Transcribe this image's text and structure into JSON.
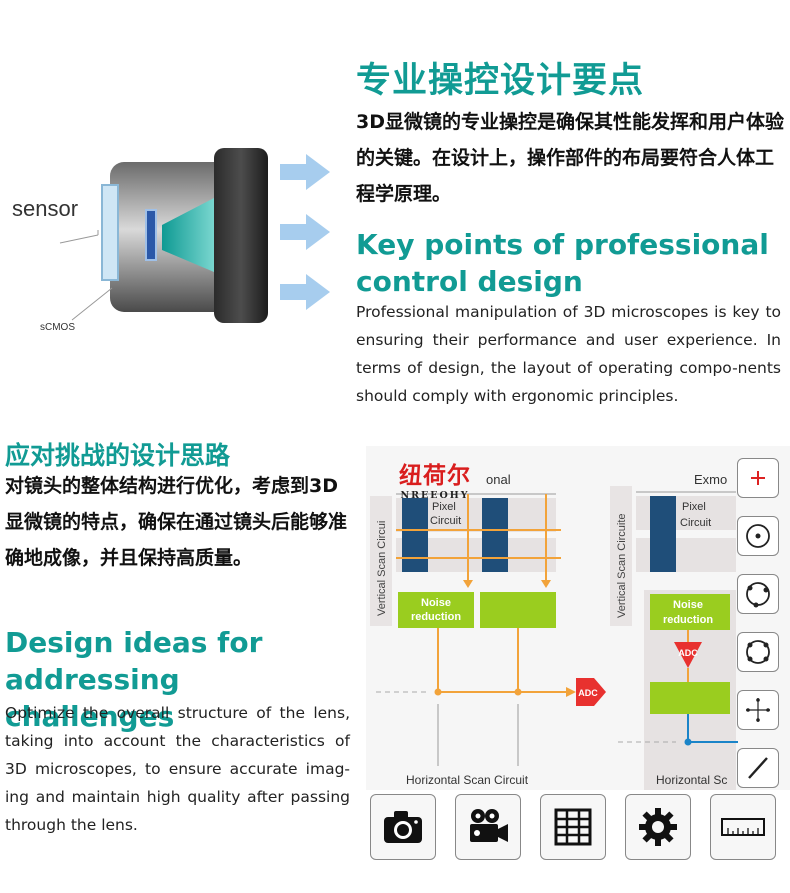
{
  "top": {
    "illustration": {
      "sensor_label": "sensor",
      "scmos_label": "sCMOS"
    },
    "cn_title": "专业操控设计要点",
    "cn_para": "3D显微镜的专业操控是确保其性能发挥和用户体验的关键。在设计上，操作部件的布局要符合人体工程学原理。",
    "en_title": "Key points of professional control design",
    "en_para": "Professional manipulation of 3D microscopes is key to ensuring their performance and user experience. In terms of design, the layout of operating compo-nents should comply with ergonomic principles."
  },
  "bottom_left": {
    "cn_title": "应对挑战的设计思路",
    "cn_para": "对镜头的整体结构进行优化，考虑到3D显微镜的特点，确保在通过镜头后能够准确地成像，并且保持高质量。",
    "en_title": "Design ideas for addressing challenges",
    "en_para": "Optimize the overall structure of the lens, taking into account the characteristics of 3D microscopes, to ensure accurate imag-ing and maintain high quality after passing through the lens."
  },
  "app": {
    "brand_cn": "纽荷尔",
    "brand_en": "NREEOHY",
    "diagram": {
      "left_header_fragment": "onal",
      "right_header_fragment": "Exmo",
      "vertical_scan_left": "Vertical Scan Circui",
      "vertical_scan_right": "Vertical Scan Circuite",
      "pixel_circuit": "Pixel Circuit",
      "noise_reduction": "Noise reduction",
      "adc": "ADC",
      "horizontal_scan_left": "Horizontal Scan Circuit",
      "horizontal_scan_right": "Horizontal Sc"
    },
    "side_tools": [
      {
        "name": "crosshair-plus-icon"
      },
      {
        "name": "circle-center-icon"
      },
      {
        "name": "circle-three-point-icon"
      },
      {
        "name": "circle-four-point-icon"
      },
      {
        "name": "cross-point-icon"
      },
      {
        "name": "line-draw-icon"
      }
    ],
    "bottom_tools": [
      {
        "name": "camera-icon"
      },
      {
        "name": "video-camera-icon"
      },
      {
        "name": "grid-table-icon"
      },
      {
        "name": "gear-icon"
      },
      {
        "name": "ruler-icon"
      }
    ],
    "colors": {
      "accent_teal": "#119b94",
      "navy_block": "#1f4e79",
      "green_block": "#9acd1f",
      "orange_line": "#f2a33a",
      "adc_red": "#e8312f",
      "blue_line": "#1a84c8"
    }
  }
}
